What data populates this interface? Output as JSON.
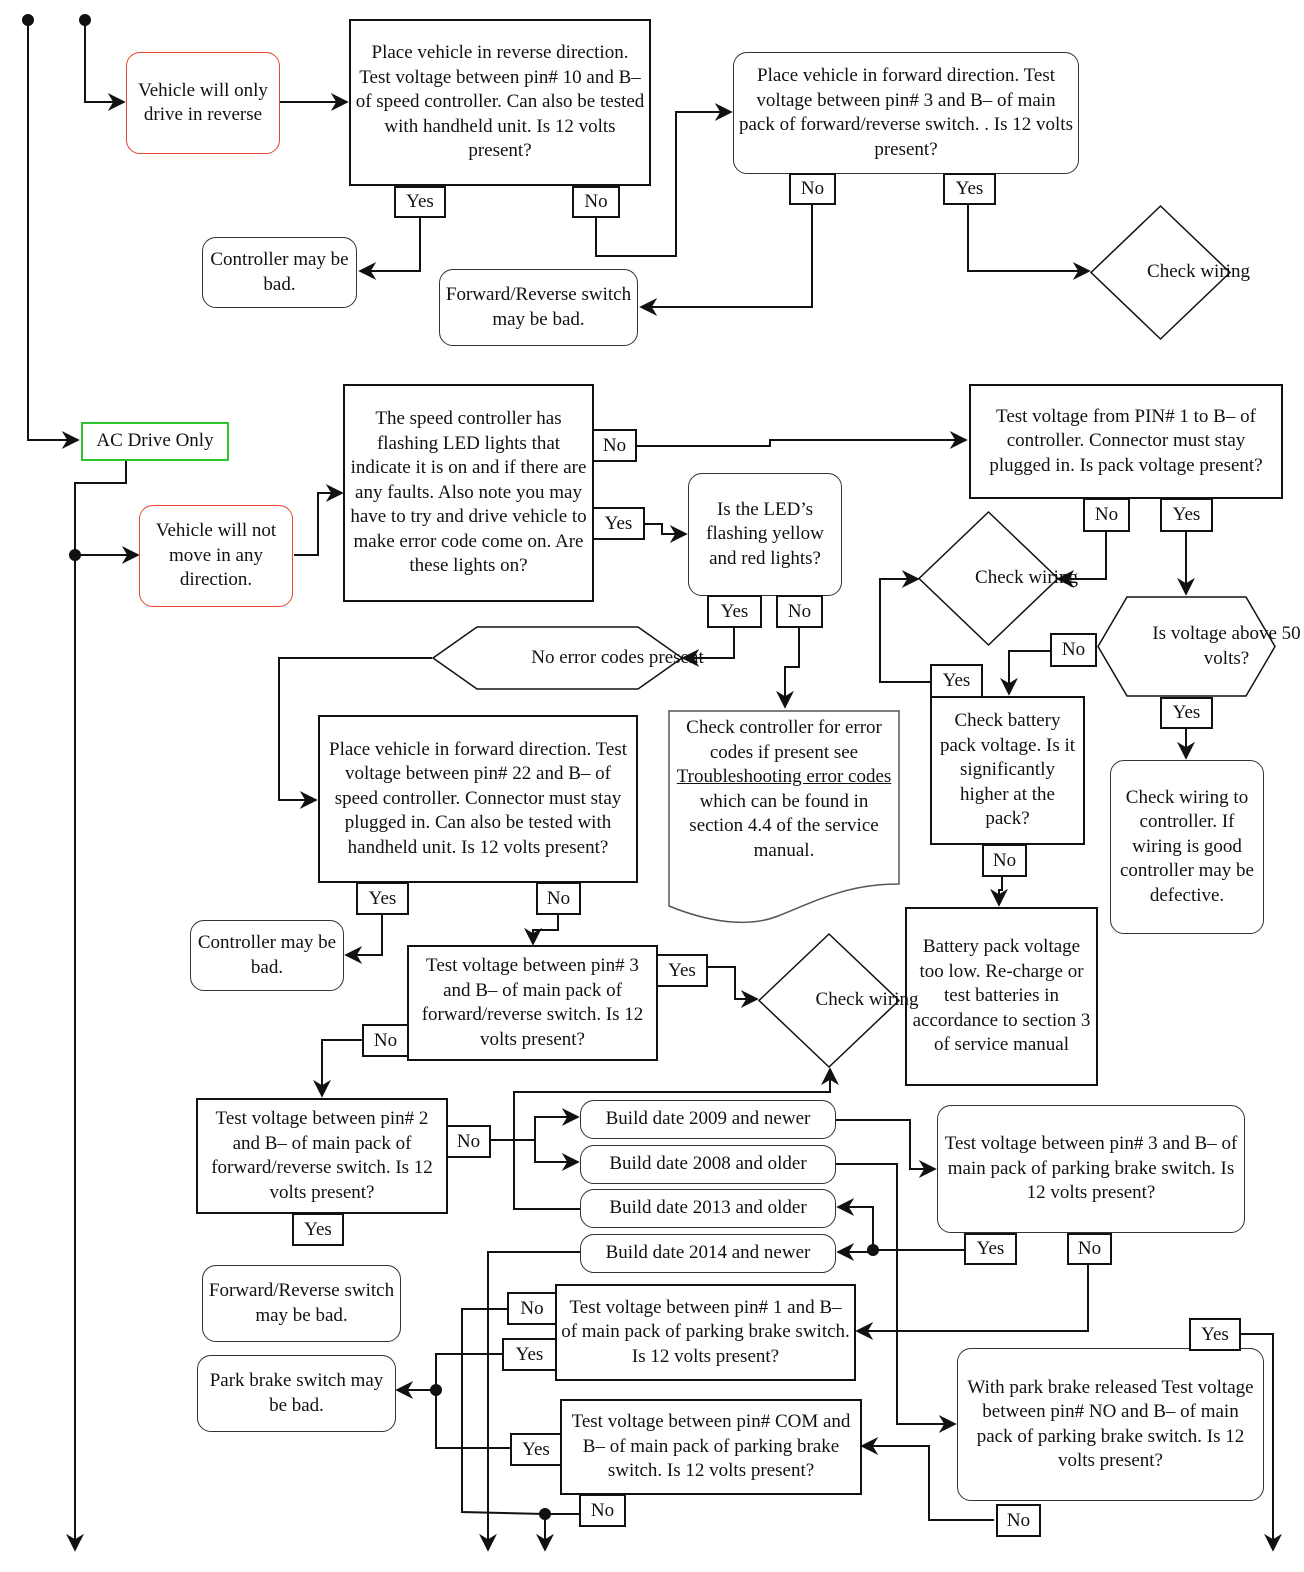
{
  "diagram": {
    "entry_ac_drive": "AC Drive Only",
    "reverse_only": {
      "symptom": "Vehicle will only drive in reverse",
      "test_pin10": "Place vehicle in reverse direction. Test voltage between pin# 10 and B– of speed controller.  Can also be tested with handheld unit. Is 12 volts present?",
      "test_pin3_fwd": "Place vehicle in forward direction. Test voltage between pin# 3 and B– of main pack of forward/reverse switch. . Is 12 volts present?",
      "controller_bad": "Controller may be bad.",
      "fr_switch_bad": "Forward/Reverse switch may be bad.",
      "check_wiring": "Check wiring"
    },
    "no_move": {
      "symptom": "Vehicle will not move in any direction.",
      "led_question": "The speed controller has flashing LED lights that indicate it is on and if there are any faults. Also note you may have to try and drive vehicle to make error code come on. Are these lights on?",
      "led_colors": "Is the LED’s flashing yellow and red lights?",
      "no_error_codes": "No error codes present",
      "check_controller_pre": "Check controller for error codes if present see",
      "check_controller_link": "Troubleshooting error codes",
      "check_controller_post": "which can be found in section 4.4 of the service manual.",
      "test_pin1": "Test voltage from PIN# 1 to B– of controller. Connector must stay plugged in. Is pack voltage present?",
      "check_wiring_a": "Check wiring",
      "above_50": "Is voltage above 50 volts?",
      "check_battery": "Check battery pack voltage. Is it significantly higher at the pack?",
      "check_wiring_controller": "Check wiring to controller. If wiring is good controller may be defective.",
      "battery_low": "Battery pack voltage too low. Re-charge or test batteries in accordance to section 3 of service manual",
      "test_pin22": "Place vehicle in forward direction. Test voltage between pin# 22 and B– of speed controller. Connector must stay plugged in.  Can also be tested with handheld unit. Is 12 volts present?",
      "controller_bad": "Controller may be bad.",
      "test_pin3": "Test voltage between pin# 3 and B– of main pack of forward/reverse switch. Is 12 volts present?",
      "check_wiring_b": "Check wiring",
      "test_pin2": "Test voltage between pin# 2 and B– of main pack of forward/reverse switch. Is 12 volts present?",
      "fr_switch_bad": "Forward/Reverse switch may be bad.",
      "build_2009_newer": "Build date 2009 and newer",
      "build_2008_older": "Build date 2008 and older",
      "build_2013_older": "Build date 2013 and older",
      "build_2014_newer": "Build date 2014 and newer",
      "test_park_pin3": "Test voltage between pin# 3 and B– of main pack of parking brake switch. Is 12 volts present?",
      "test_park_pin1": "Test voltage between pin# 1 and B– of main pack of parking brake switch. Is 12 volts present?",
      "park_switch_bad": "Park brake switch may be bad.",
      "test_park_com": "Test voltage between pin# COM and B– of main pack of parking brake switch. Is 12 volts present?",
      "test_park_no": "With park brake released Test voltage between pin# NO and B– of main pack of parking brake switch. Is 12 volts present?"
    },
    "labels": {
      "yes": "Yes",
      "no": "No"
    },
    "colors": {
      "line": "#111111",
      "symptom_border": "#e8462e",
      "entry_border": "#2fc52f"
    }
  }
}
